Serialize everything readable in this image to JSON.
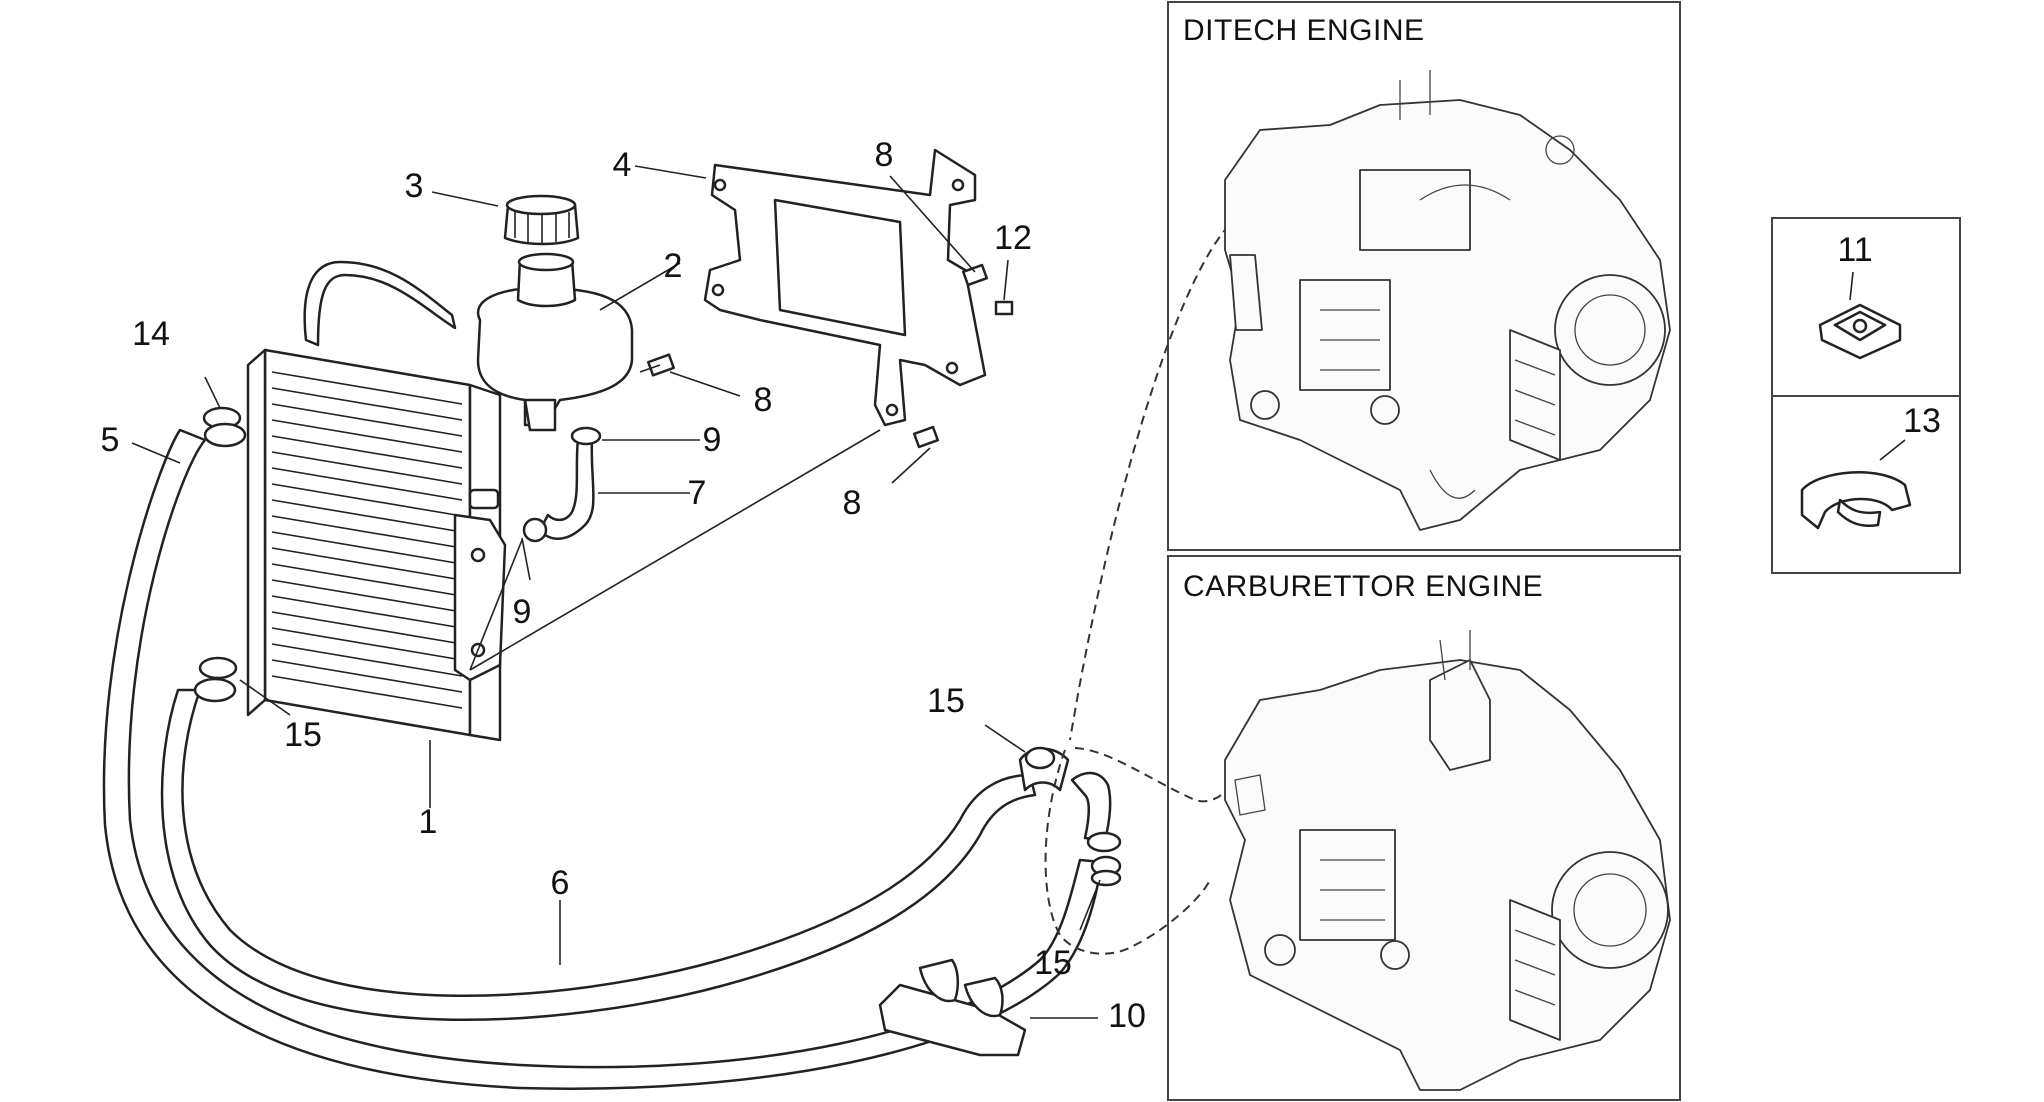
{
  "diagram": {
    "callouts": {
      "c1": "1",
      "c2": "2",
      "c3": "3",
      "c4": "4",
      "c5": "5",
      "c6": "6",
      "c7": "7",
      "c8a": "8",
      "c8b": "8",
      "c8c": "8",
      "c9a": "9",
      "c9b": "9",
      "c10": "10",
      "c11": "11",
      "c12": "12",
      "c13": "13",
      "c14": "14",
      "c15a": "15",
      "c15b": "15",
      "c15c": "15"
    },
    "inset_ditech_title": "DITECH ENGINE",
    "inset_carburettor_title": "CARBURETTOR ENGINE"
  }
}
